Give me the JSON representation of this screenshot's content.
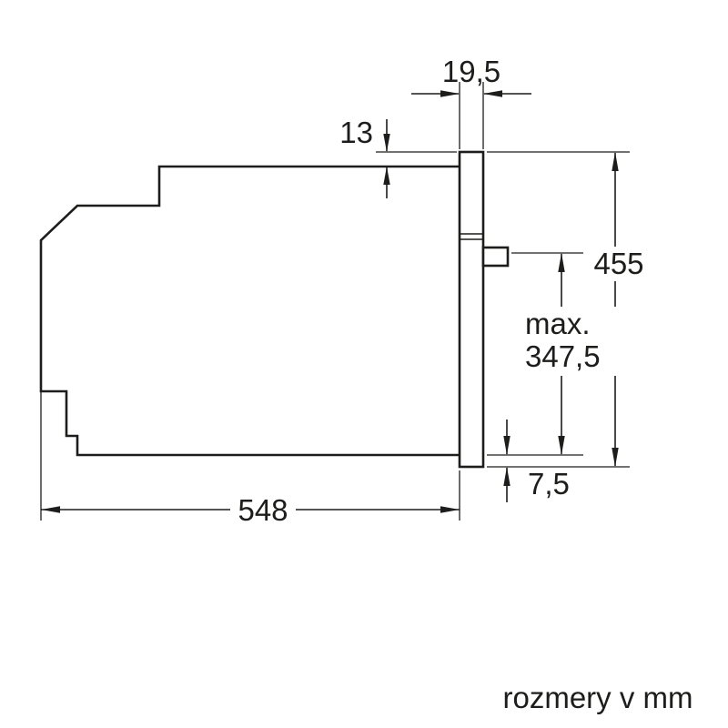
{
  "diagram": {
    "kind": "appliance-installation-side-view",
    "caption": "rozmery v mm",
    "labels": {
      "fascia_depth": "19,5",
      "top_overhang": "13",
      "appliance_height": "455",
      "max_prefix": "max.",
      "max_value": "347,5",
      "bottom_overhang": "7,5",
      "appliance_depth": "548"
    },
    "colors": {
      "line": "#1d1d1b",
      "background": "#ffffff"
    }
  }
}
